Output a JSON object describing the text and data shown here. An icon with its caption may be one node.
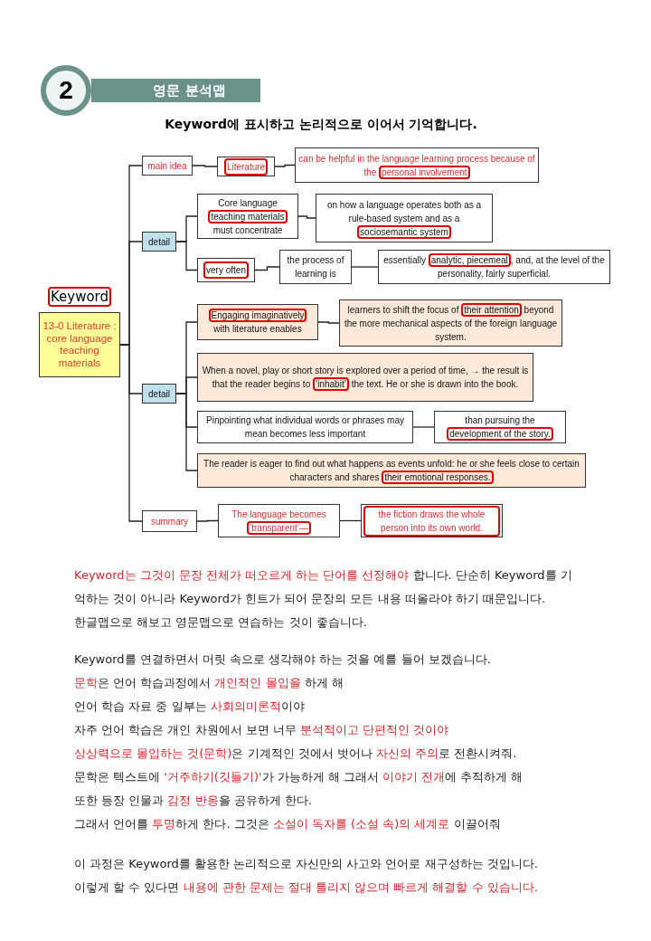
{
  "diagram": {
    "title": "영문 분석맵",
    "nodes": [
      {
        "text": [
          "Keyword",
          "13-0 Literature : core language teaching materials"
        ]
      },
      {
        "text": [
          "main idea"
        ]
      },
      {
        "text": [
          "Literature"
        ]
      },
      {
        "text": [
          "can be helpful in the language learning process because of the **personal involvement**"
        ]
      },
      {
        "text": [
          "detail"
        ]
      },
      {
        "text": [
          "Core language **teaching materials** must concentrate"
        ]
      },
      {
        "text": [
          "on how a language operates both as a rule-based system and as a **sociosemantic system**"
        ]
      },
      {
        "text": [
          "very often"
        ]
      },
      {
        "text": [
          "the process of learning is"
        ]
      },
      {
        "text": [
          "essentially **analytic, piecemeal**, and, at the level of the personality, fairly superficial."
        ]
      },
      {
        "text": [
          "detail"
        ]
      },
      {
        "text": [
          "**Engaging imaginatively** with literature enables"
        ]
      },
      {
        "text": [
          "learners to shift the focus of **their attention** beyond the more mechanical aspects of the foreign language system."
        ]
      },
      {
        "text": [
          "When a novel, play or short story is explored over a period of time, → the result is that the reader begins to **‘inhabit’** the text. He or she is drawn into the book."
        ]
      },
      {
        "text": [
          "Pinpointing what individual words or phrases may mean becomes less important"
        ]
      },
      {
        "text": [
          "than pursuing the **development of the story.**"
        ]
      },
      {
        "text": [
          "The reader is eager to find out what happens as events unfold: he or she feels close to certain characters and shares **their emotional responses.**"
        ]
      },
      {
        "text": [
          "summary"
        ]
      },
      {
        "text": [
          "The language becomes **‘transparent’—**"
        ]
      },
      {
        "text": [
          "the fiction draws the whole person into its own world."
        ]
      }
    ],
    "edges": [
      {
        "from": 0,
        "to": 1,
        "arrow": "none"
      },
      {
        "from": 0,
        "to": 4,
        "arrow": "none"
      },
      {
        "from": 0,
        "to": 10,
        "arrow": "none"
      },
      {
        "from": 0,
        "to": 17,
        "arrow": "none"
      },
      {
        "from": 1,
        "to": 2,
        "arrow": "none"
      },
      {
        "from": 2,
        "to": 3,
        "arrow": "none"
      },
      {
        "from": 4,
        "to": 5,
        "arrow": "none"
      },
      {
        "from": 4,
        "to": 7,
        "arrow": "none"
      },
      {
        "from": 5,
        "to": 6,
        "arrow": "none"
      },
      {
        "from": 7,
        "to": 8,
        "arrow": "none"
      },
      {
        "from": 8,
        "to": 9,
        "arrow": "none"
      },
      {
        "from": 10,
        "to": 11,
        "arrow": "none"
      },
      {
        "from": 10,
        "to": 13,
        "arrow": "none"
      },
      {
        "from": 10,
        "to": 14,
        "arrow": "none"
      },
      {
        "from": 10,
        "to": 16,
        "arrow": "none"
      },
      {
        "from": 11,
        "to": 12,
        "arrow": "none"
      },
      {
        "from": 14,
        "to": 15,
        "arrow": "none"
      },
      {
        "from": 17,
        "to": 18,
        "arrow": "none"
      },
      {
        "from": 18,
        "to": 19,
        "arrow": "none"
      }
    ],
    "labels": [
      "2",
      "Keyword에 표시하고 논리적으로 이어서 기억합니다.",
      "**Keyword는 그것이 문장 전체가 떠오르게 하는 단어를 선정해야** 합니다. 단순히 Keyword를 기억하는 것이 아니라 Keyword가 힌트가 되어 문장의 모든 내용 떠올라야 하기 때문입니다.",
      "한글맵으로 해보고 영문맵으로 연습하는 것이 좋습니다.",
      "Keyword를 연결하면서 머릿 속으로 생각해야 하는 것을 예를 들어 보겠습니다.",
      "**문학**은 언어 학습과정에서 **개인적인 몰입을** 하게 해",
      "언어 학습 자료 중 일부는 **사회의미론적**이야",
      "자주 언어 학습은 개인 차원에서 보면 너무 **분석적이고 단편적인 것이야**",
      "**상상력으로 몰입하는 것(문학)**은 기계적인 것에서 벗어나 **자신의 주의**로 전환시켜줘.",
      "문학은 텍스트에 **'거주하기(깃들기)'**가 가능하게 해 그래서 **이야기 전개**에 추적하게 해",
      "또한 등장 인물과 **감정 반응**을 공유하게 한다.",
      "그래서 언어를 **투명**하게 한다. 그것은 **소설이 독자를 (소설 속)의 세계로** 이끌어줘",
      "이 과정은 Keyword를 활용한 논리적으로 자신만의 사고와 언어로 재구성하는 것입니다.",
      "이렇게 할 수 있다면 **내용에 관한 문제는 절대 틀리지 않으며 빠르게 해결할 수 있습니다.**"
    ]
  }
}
